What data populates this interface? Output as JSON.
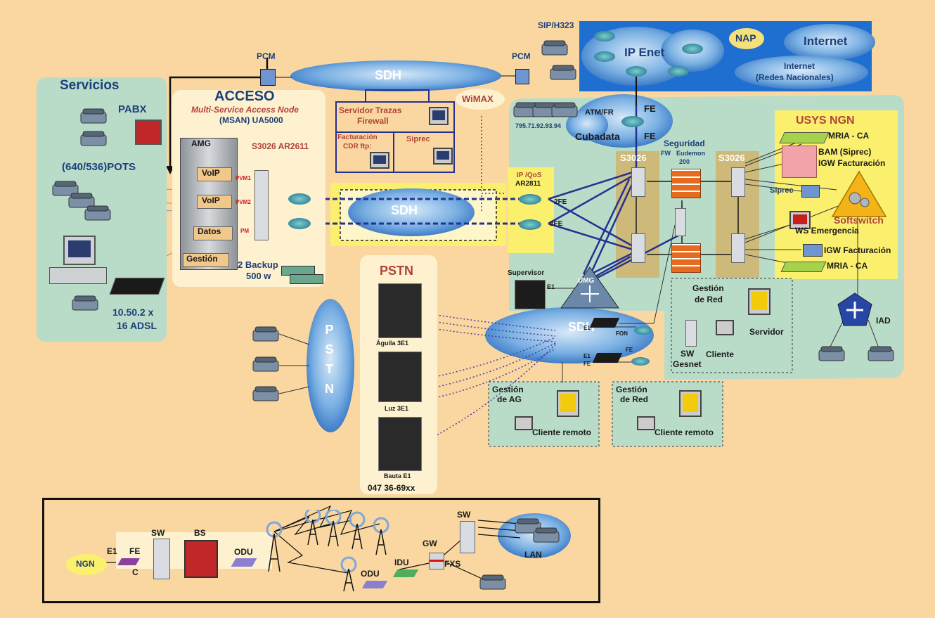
{
  "labels": {
    "servicios": "Servicios",
    "pabx": "PABX",
    "pots": "(640/536)POTS",
    "adsl_line1": "10.50.2 x",
    "adsl_line2": "16 ADSL",
    "pcm_left": "PCM",
    "pcm_right": "PCM",
    "sdh_top": "SDH",
    "acceso": "ACCESO",
    "msan_line1": "Multi-Service Access Node",
    "msan_line2": "(MSAN) UA5000",
    "s3026_ar2611": "S3026  AR2611",
    "amg": "AMG",
    "voip1": "VoIP",
    "voip2": "VoIP",
    "datos": "Datos",
    "gestion": "Gestión",
    "pvm1": "PVM1",
    "pvm2": "PVM2",
    "pm": "PM",
    "backup_line1": "2 Backup",
    "backup_line2": "500 w",
    "servidor_trazas": "Servidor Trazas",
    "firewall": "Firewall",
    "facturacion": "Facturación",
    "cdr_ftp": "CDR ftp:",
    "siprec_small": "Siprec",
    "wimax": "WiMAX",
    "sip_h323": "SIP/H323",
    "phones_numbers": "795.71.92.93.94",
    "ip_enet": "IP Enet",
    "nap": "NAP",
    "internet": "Internet",
    "internet_nac_line1": "Internet",
    "internet_nac_line2": "(Redes Nacionales)",
    "atm_fr": "ATM/FR",
    "fe_top": "FE",
    "fe_mid": "FE",
    "cubadata": "Cubadata",
    "ip_qos": "IP /QoS",
    "ar2811": "AR2811",
    "sdh_mid": "SDH",
    "fe2_a": "2FE",
    "fe2_b": "2FE",
    "s3026_left": "S3026",
    "s3026_right": "S3026",
    "seguridad": "Seguridad",
    "fw": "FW",
    "eudemon": "Eudemon",
    "eudemon_num": "200",
    "usys_ngn": "USYS NGN",
    "mria_ca_top": "MRIA - CA",
    "bam_siprec": "BAM (Siprec)",
    "igw_fact_top": "IGW Facturación",
    "siprec": "Siprec",
    "softswitch": "Softswitch",
    "ws_emergencia": "WS Emergencia",
    "igw_fact_bottom": "IGW Facturación",
    "mria_ca_bottom": "MRIA - CA",
    "supervisor": "Supervisor",
    "e1_sup": "E1",
    "umg": "UMG",
    "pstn_title": "PSTN",
    "pstn_vert": "P\nS\nT\nN",
    "aguila": "Águila 3E1",
    "luz": "Luz 3E1",
    "bauta": "Bauta E1",
    "pstn_number": "047 36-69xx",
    "sdh_bottom": "SDH",
    "e1_a": "E1",
    "e1_b": "E1",
    "fe_b": "FE",
    "fon": "FON",
    "fe_c": "FE",
    "gestion_red_top1": "Gestión",
    "gestion_red_top2": "de Red",
    "servidor": "Servidor",
    "sw": "SW",
    "gesnet": "Gesnet",
    "cliente": "Cliente",
    "iad": "IAD",
    "gestion_ag1": "Gestión",
    "gestion_ag2": "de AG",
    "cliente_remoto_a": "Cliente remoto",
    "gestion_red_b1": "Gestión",
    "gestion_red_b2": "de Red",
    "cliente_remoto_b": "Cliente remoto",
    "ngn": "NGN",
    "e1_wimax": "E1",
    "fe_wimax": "FE",
    "c_wimax": "C",
    "sw_wimax": "SW",
    "bs": "BS",
    "odu_left": "ODU",
    "odu_right": "ODU",
    "idu": "IDU",
    "gw": "GW",
    "sw_wimax_right": "SW",
    "fxs": "FXS",
    "lan": "LAN"
  },
  "colors": {
    "background": "#fad7a0",
    "panel_green": "#b9dcc9",
    "panel_cream": "#fdf1cf",
    "panel_yellow": "#fbef6e",
    "blue_panel": "#1f6fd1",
    "olive": "#cdb979",
    "title_blue": "#1d3f7a",
    "title_red": "#b0433a",
    "link_blue": "#25318f"
  },
  "icons": [
    "phone-icon",
    "router-icon",
    "switch-icon",
    "computer-icon",
    "cloud-icon",
    "firewall-icon",
    "antenna-tower-icon",
    "server-cabinet-icon",
    "modem-icon",
    "softswitch-gear-icon"
  ]
}
